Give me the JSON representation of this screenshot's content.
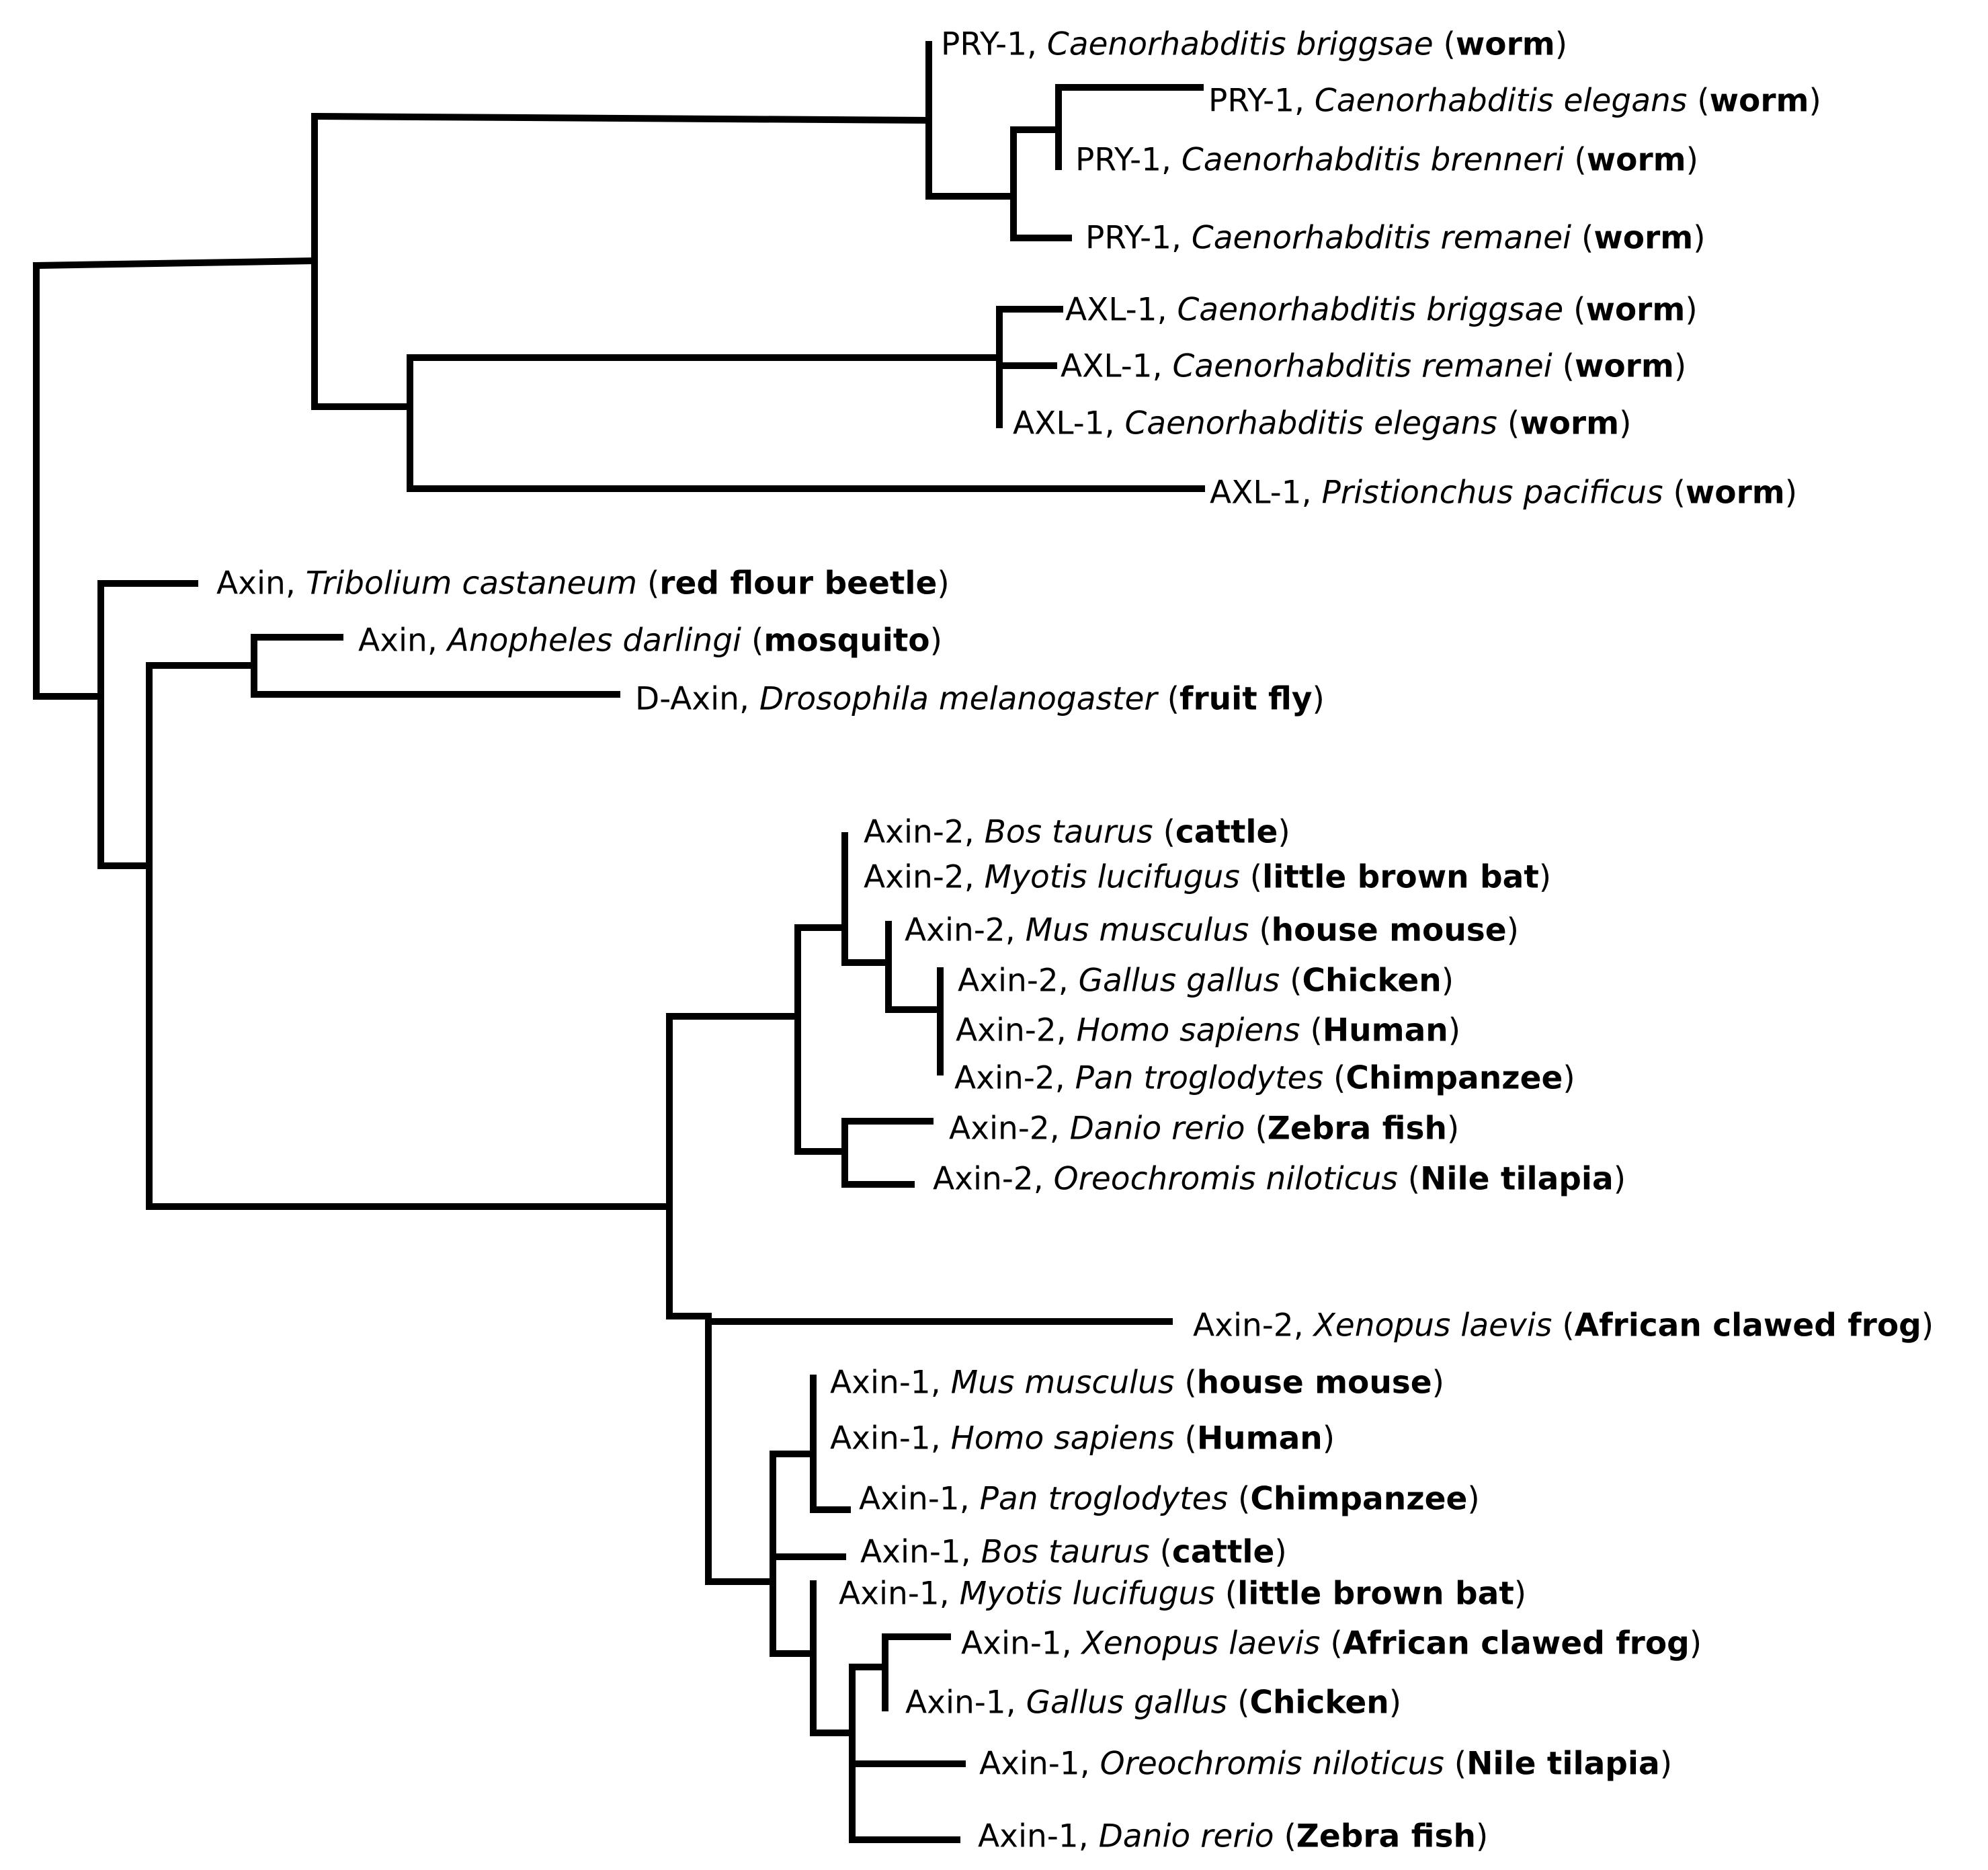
{
  "tree": {
    "line_color": "#000000",
    "leaves": [
      {
        "protein": "PRY-1",
        "species": "Caenorhabditis briggsae",
        "common": "worm"
      },
      {
        "protein": "PRY-1",
        "species": "Caenorhabditis elegans",
        "common": "worm"
      },
      {
        "protein": "PRY-1",
        "species": "Caenorhabditis brenneri",
        "common": "worm"
      },
      {
        "protein": "PRY-1",
        "species": "Caenorhabditis remanei",
        "common": "worm"
      },
      {
        "protein": "AXL-1",
        "species": "Caenorhabditis briggsae",
        "common": "worm"
      },
      {
        "protein": "AXL-1",
        "species": "Caenorhabditis remanei",
        "common": "worm"
      },
      {
        "protein": "AXL-1",
        "species": "Caenorhabditis elegans",
        "common": "worm"
      },
      {
        "protein": "AXL-1",
        "species": "Pristionchus pacificus",
        "common": "worm"
      },
      {
        "protein": "Axin",
        "species": "Tribolium castaneum",
        "common": "red flour beetle"
      },
      {
        "protein": "Axin",
        "species": "Anopheles darlingi",
        "common": "mosquito"
      },
      {
        "protein": "D-Axin",
        "species": "Drosophila melanogaster",
        "common": "fruit fly"
      },
      {
        "protein": "Axin-2",
        "species": "Bos taurus",
        "common": "cattle"
      },
      {
        "protein": "Axin-2",
        "species": "Myotis lucifugus",
        "common": "little brown bat"
      },
      {
        "protein": "Axin-2",
        "species": "Mus musculus",
        "common": "house mouse"
      },
      {
        "protein": "Axin-2",
        "species": "Gallus gallus",
        "common": "Chicken"
      },
      {
        "protein": "Axin-2",
        "species": "Homo sapiens",
        "common": "Human"
      },
      {
        "protein": "Axin-2",
        "species": "Pan troglodytes",
        "common": "Chimpanzee"
      },
      {
        "protein": "Axin-2",
        "species": "Danio rerio",
        "common": "Zebra fish"
      },
      {
        "protein": "Axin-2",
        "species": "Oreochromis niloticus",
        "common": "Nile tilapia"
      },
      {
        "protein": "Axin-2",
        "species": "Xenopus laevis",
        "common": "African clawed frog"
      },
      {
        "protein": "Axin-1",
        "species": "Mus musculus",
        "common": "house mouse"
      },
      {
        "protein": "Axin-1",
        "species": "Homo sapiens",
        "common": "Human"
      },
      {
        "protein": "Axin-1",
        "species": "Pan troglodytes",
        "common": "Chimpanzee"
      },
      {
        "protein": "Axin-1",
        "species": "Bos taurus",
        "common": "cattle"
      },
      {
        "protein": "Axin-1",
        "species": "Myotis lucifugus",
        "common": "little brown bat"
      },
      {
        "protein": "Axin-1",
        "species": "Xenopus laevis",
        "common": "African clawed frog"
      },
      {
        "protein": "Axin-1",
        "species": "Gallus gallus",
        "common": "Chicken"
      },
      {
        "protein": "Axin-1",
        "species": "Oreochromis niloticus",
        "common": "Nile tilapia"
      },
      {
        "protein": "Axin-1",
        "species": "Danio rerio",
        "common": "Zebra fish"
      }
    ]
  }
}
